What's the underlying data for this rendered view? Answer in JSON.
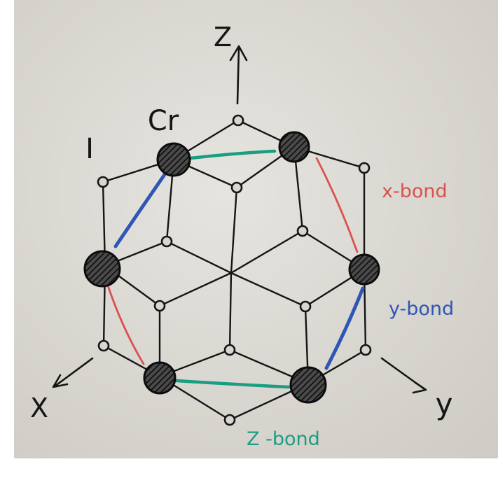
{
  "labels": {
    "axis_z": "Z",
    "axis_x": "X",
    "axis_y": "y",
    "cr_label": "Cr",
    "i_label": "I",
    "x_bond": "x-bond",
    "y_bond": "y-bond",
    "z_bond": "Z -bond"
  },
  "colors": {
    "background": "#dcdad4",
    "ink": "#151515",
    "x_bond": "#d9534f",
    "y_bond": "#2f55b5",
    "z_bond": "#1a9e82"
  }
}
